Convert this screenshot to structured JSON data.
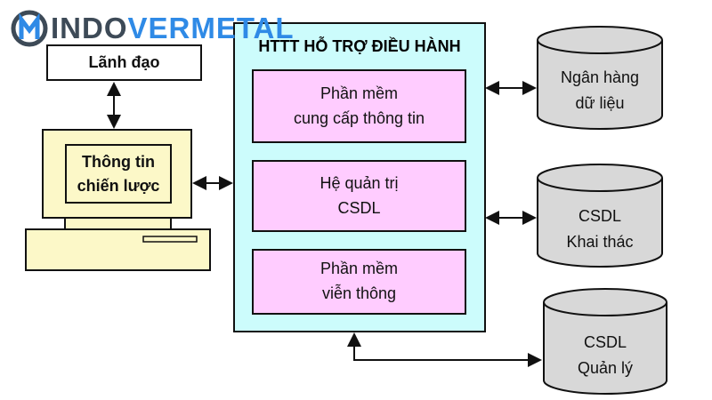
{
  "logo": {
    "part1": "INDO",
    "part2": "VERMETAL",
    "colors": {
      "dark": "#3d4a57",
      "blue": "#2f8ae6"
    }
  },
  "leader": {
    "label": "Lãnh đạo"
  },
  "computer": {
    "line1": "Thông tin",
    "line2": "chiến lược"
  },
  "main": {
    "title": "HTTT HỖ TRỢ ĐIỀU HÀNH",
    "modules": [
      {
        "line1": "Phần mềm",
        "line2": "cung cấp thông tin"
      },
      {
        "line1": "Hệ quản trị",
        "line2": "CSDL"
      },
      {
        "line1": "Phần mềm",
        "line2": "viễn thông"
      }
    ]
  },
  "databases": [
    {
      "line1": "Ngân hàng",
      "line2": "dữ liệu"
    },
    {
      "line1": "CSDL",
      "line2": "Khai thác"
    },
    {
      "line1": "CSDL",
      "line2": "Quản lý"
    }
  ],
  "colors": {
    "main_bg": "#ccfcfc",
    "module_bg": "#ffccff",
    "computer_bg": "#fcf8c8",
    "db_bg": "#d8d8d8"
  }
}
